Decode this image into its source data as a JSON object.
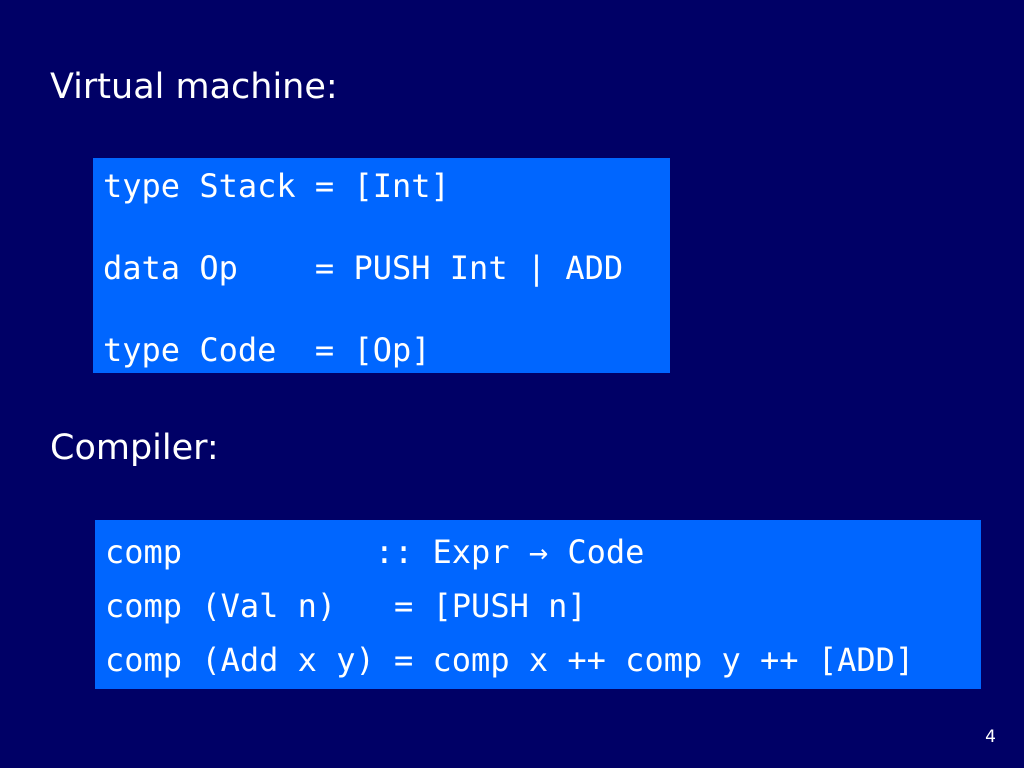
{
  "slide": {
    "headings": {
      "virtual_machine": "Virtual machine:",
      "compiler": "Compiler:"
    },
    "vm_code": [
      "type Stack = [Int]",
      "data Op    = PUSH Int | ADD",
      "type Code  = [Op]"
    ],
    "compiler_code": [
      "comp          :: Expr → Code",
      "comp (Val n)   = [PUSH n]",
      "comp (Add x y) = comp x ++ comp y ++ [ADD]"
    ],
    "page_number": "4"
  },
  "colors": {
    "background": "#000066",
    "code_box": "#0066ff",
    "text": "#ffffff"
  }
}
